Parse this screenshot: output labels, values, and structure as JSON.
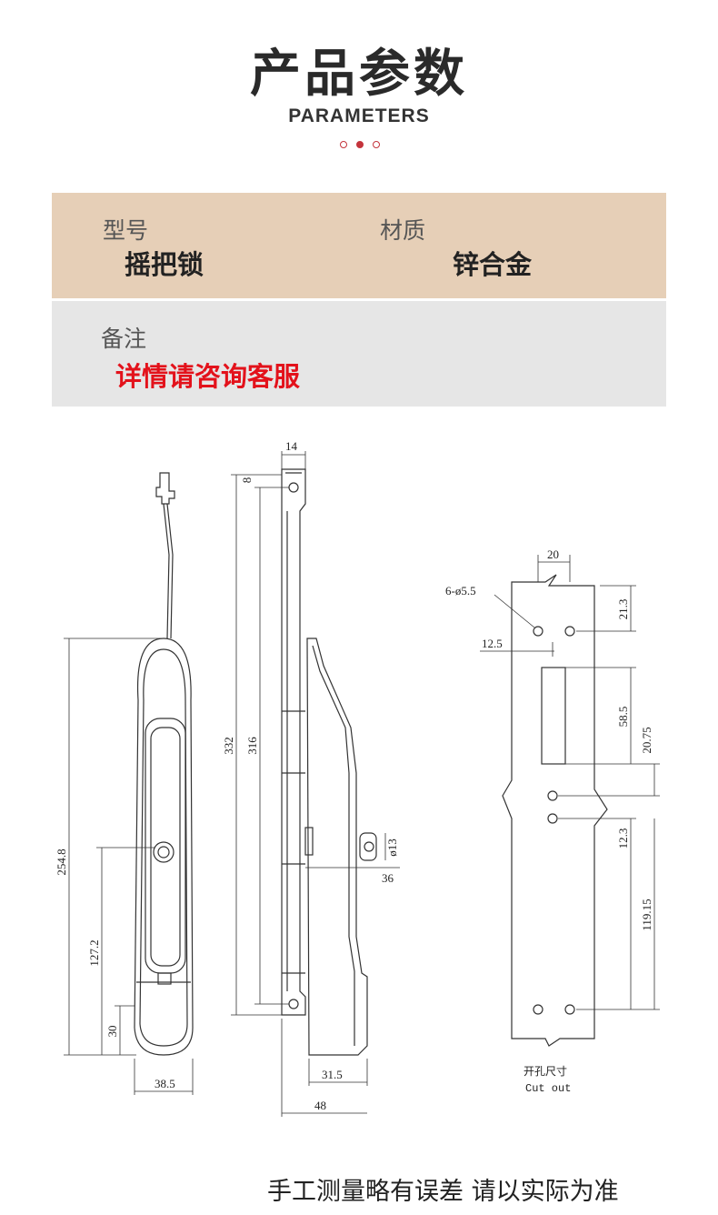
{
  "header": {
    "title": "产品参数",
    "subtitle": "PARAMETERS"
  },
  "params": {
    "model_label": "型号",
    "model_value": "摇把锁",
    "material_label": "材质",
    "material_value": "锌合金",
    "note_label": "备注",
    "note_value": "详情请咨询客服"
  },
  "drawing": {
    "dims": {
      "d14": "14",
      "d8": "8",
      "d332": "332",
      "d316": "316",
      "d254_8": "254.8",
      "d127_2": "127.2",
      "d30": "30",
      "d38_5": "38.5",
      "d13": "ø13",
      "d36": "36",
      "d31_5": "31.5",
      "d48": "48",
      "d20": "20",
      "holes": "6-ø5.5",
      "d12_5": "12.5",
      "d21_3": "21.3",
      "d58_5": "58.5",
      "d20_75": "20.75",
      "d12_3": "12.3",
      "d119_15": "119.15"
    },
    "cutout_cn": "开孔尺寸",
    "cutout_en": "Cut out"
  },
  "footer": {
    "note": "手工测量略有误差 请以实际为准"
  },
  "colors": {
    "row1_bg": "#e6cfb7",
    "row2_bg": "#e6e6e6",
    "accent_red": "#e3121b",
    "dot_red": "#c4343c"
  }
}
